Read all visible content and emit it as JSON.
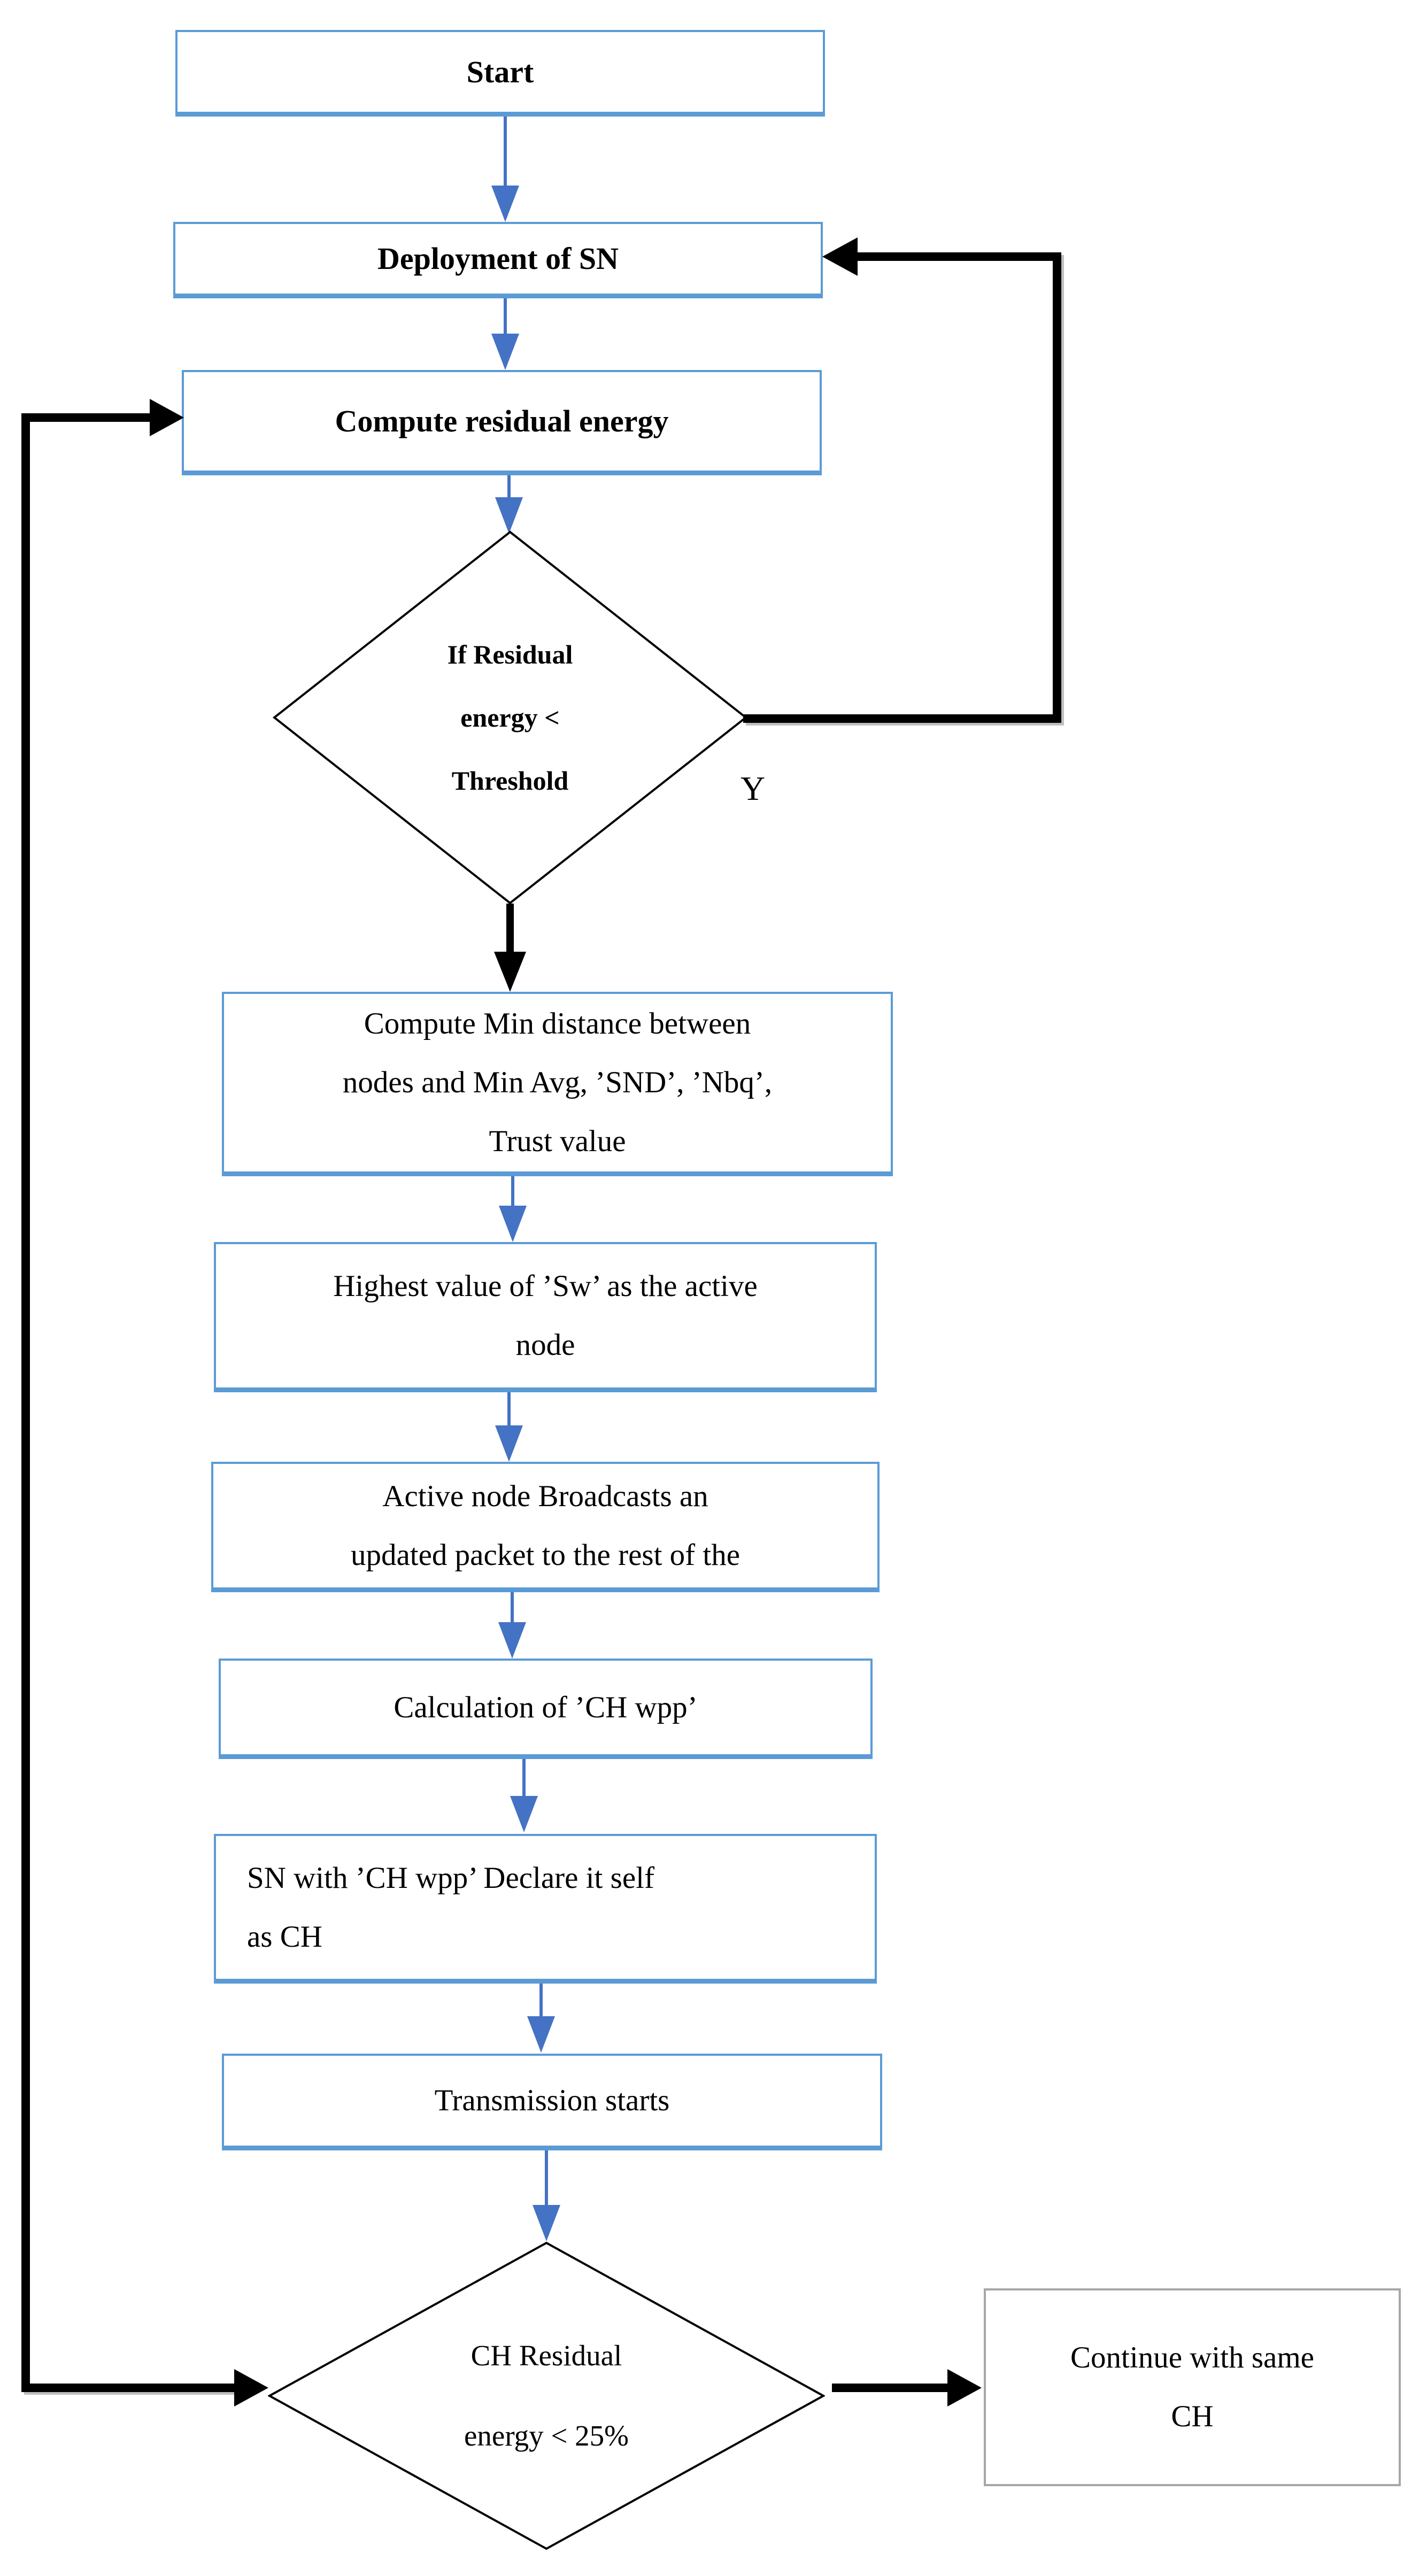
{
  "page": {
    "background": "#ffffff"
  },
  "colors": {
    "box_border": "#5B9BD5",
    "gray_border": "#A6A6A6",
    "flow_arrow_blue": "#4472C4",
    "decision_arrow_black": "#000000",
    "loop_line_black": "#000000"
  },
  "nodes": {
    "start": {
      "label": "Start"
    },
    "deployment": {
      "label": "Deployment of SN"
    },
    "compute_residual": {
      "label": "Compute residual energy"
    },
    "decision_residual": {
      "lines": [
        "If Residual",
        "energy <",
        "Threshold"
      ],
      "branch_label": "Y"
    },
    "compute_min": {
      "lines": [
        "Compute Min distance between",
        "nodes and Min Avg, ’SND’, ’Nbq’,",
        "Trust value"
      ]
    },
    "highest_value": {
      "lines": [
        "Highest value of ’Sw’ as the active",
        "node"
      ]
    },
    "broadcast": {
      "lines": [
        "Active node Broadcasts an",
        "updated packet to the rest of the"
      ]
    },
    "calculation": {
      "label": "Calculation of ’CH wpp’"
    },
    "declare_ch": {
      "lines": [
        "SN  with  ’CH  wpp’  Declare  it  self",
        "as CH"
      ]
    },
    "transmission": {
      "label": "Transmission starts"
    },
    "decision_ch": {
      "lines": [
        "CH Residual",
        "energy < 25%"
      ]
    },
    "continue_ch": {
      "lines": [
        "Continue with same",
        "CH"
      ]
    }
  }
}
